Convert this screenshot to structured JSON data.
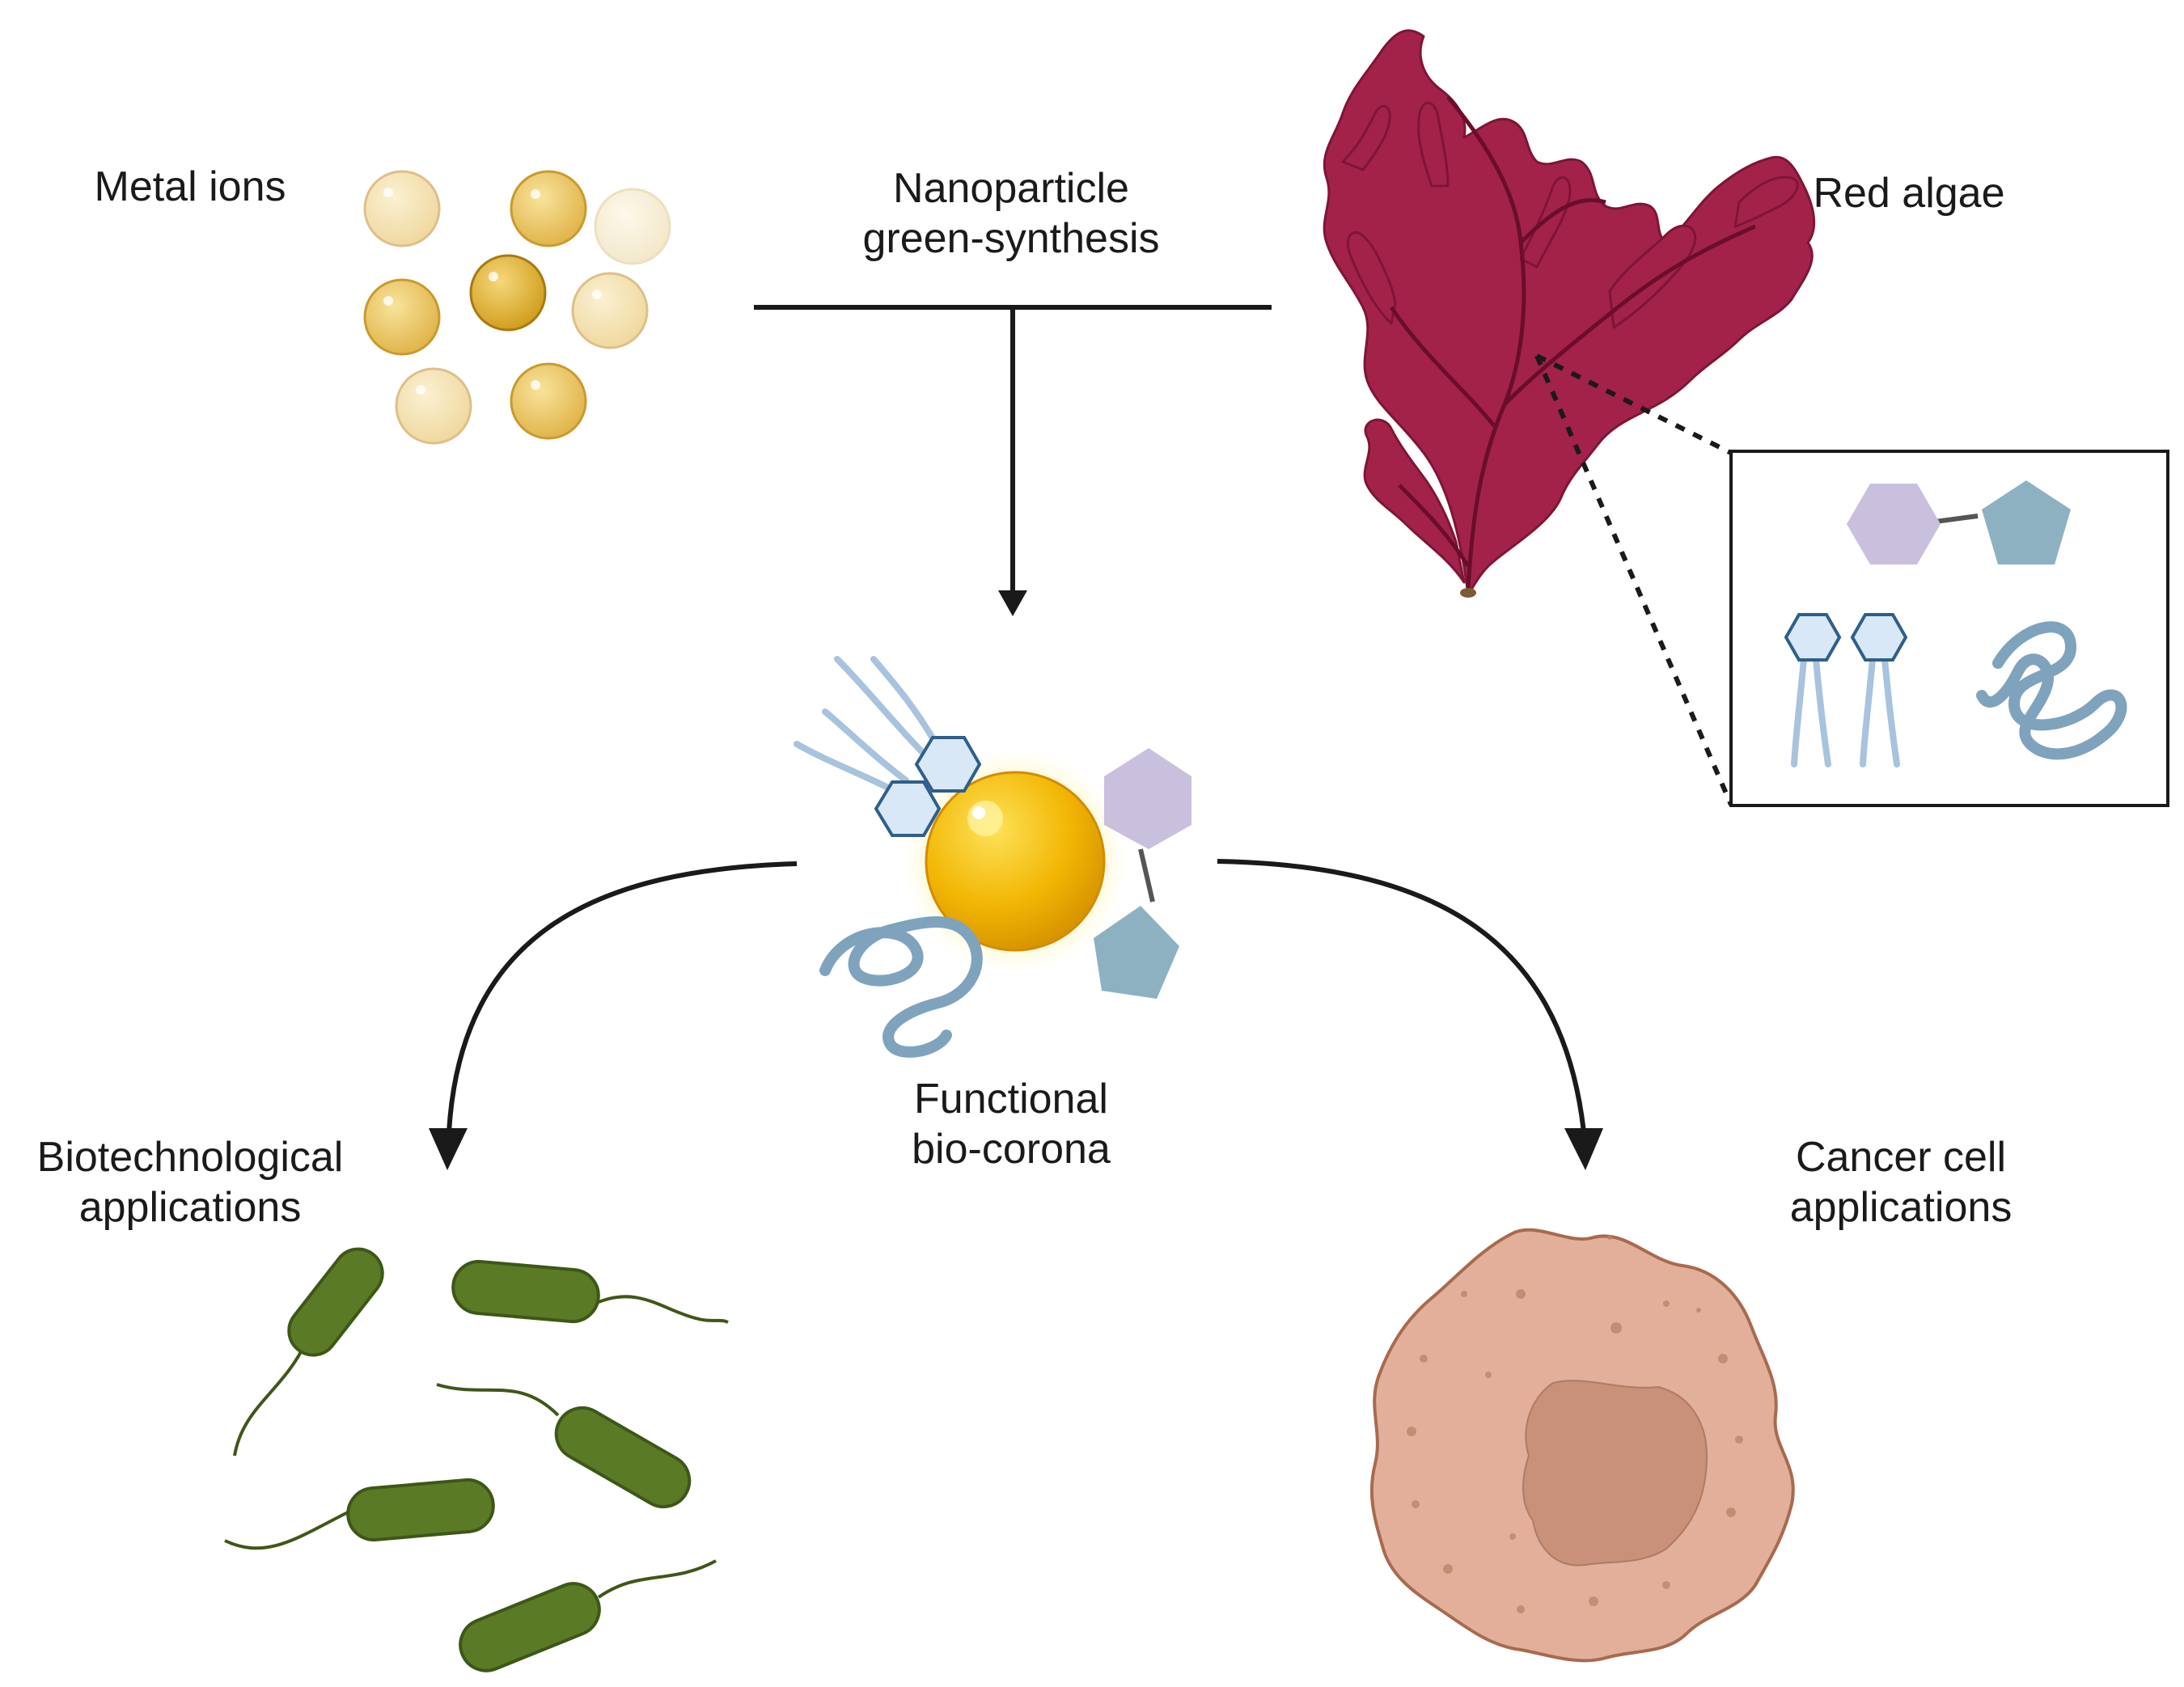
{
  "labels": {
    "metal_ions": "Metal ions",
    "synthesis": [
      "Nanoparticle",
      "green-synthesis"
    ],
    "red_algae": "Red algae",
    "functional": [
      "Functional",
      "bio-corona"
    ],
    "biotech": [
      "Biotechnological",
      "applications"
    ],
    "cancer": [
      "Cancer cell",
      "applications"
    ]
  },
  "colors": {
    "ion_bright": "#e0b33a",
    "ion_mid": "#eecb73",
    "ion_pale": "#f4e1b3",
    "algae": "#a3224a",
    "gold": "#f2b705",
    "glow": "#fff3a0",
    "hexagon_blue": "#d9e8f7",
    "hexagon_stroke": "#2f5f8a",
    "lipid_tail": "#a7c3dd",
    "purple_hexagon": "#c9c0de",
    "teal_pentagon": "#8eb1c2",
    "protein_coil": "#7fa3bd",
    "bacteria": "#5b7a25",
    "bacteria_dark": "#3e5718",
    "cell": "#e2b09a",
    "cell_stroke": "#a86a4f",
    "nucleus": "#c9907a",
    "arrow": "#1a1a1a"
  }
}
